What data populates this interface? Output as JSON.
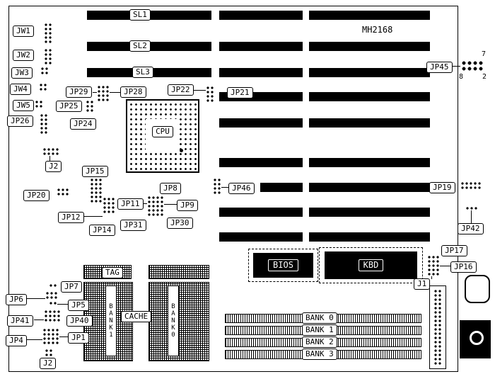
{
  "board": {
    "model": "MH2168"
  },
  "slot_labels": {
    "sl1": "SL1",
    "sl2": "SL2",
    "sl3": "SL3"
  },
  "cpu_label": "CPU",
  "chip_labels": {
    "bios": "BIOS",
    "kbd": "KBD",
    "tag": "TAG",
    "cache": "CACHE",
    "cache_bank1": "BANK1",
    "cache_bank0": "BANK0"
  },
  "memory_bank_labels": [
    "BANK 0",
    "BANK 1",
    "BANK 2",
    "BANK 3"
  ],
  "jumper_labels": {
    "jw1": "JW1",
    "jw2": "JW2",
    "jw3": "JW3",
    "jw4": "JW4",
    "jw5": "JW5",
    "jp26": "JP26",
    "jp29": "JP29",
    "jp28": "JP28",
    "jp25": "JP25",
    "jp24": "JP24",
    "jp22": "JP22",
    "jp21": "JP21",
    "j2_top": "J2",
    "jp15": "JP15",
    "jp20": "JP20",
    "jp8": "JP8",
    "jp11": "JP11",
    "jp9": "JP9",
    "jp12": "JP12",
    "jp31": "JP31",
    "jp30": "JP30",
    "jp14": "JP14",
    "jp46": "JP46",
    "jp19": "JP19",
    "jp45": "JP45",
    "jp42": "JP42",
    "jp17": "JP17",
    "jp16": "JP16",
    "j1": "J1",
    "jp6": "JP6",
    "jp7": "JP7",
    "jp5": "JP5",
    "jp41": "JP41",
    "jp40": "JP40",
    "jp4": "JP4",
    "jp1": "JP1",
    "j2_bottom": "J2"
  },
  "pin_numbers": {
    "jp45_pin7": "7",
    "jp45_pin8": "8",
    "jp45_pin2": "2"
  }
}
